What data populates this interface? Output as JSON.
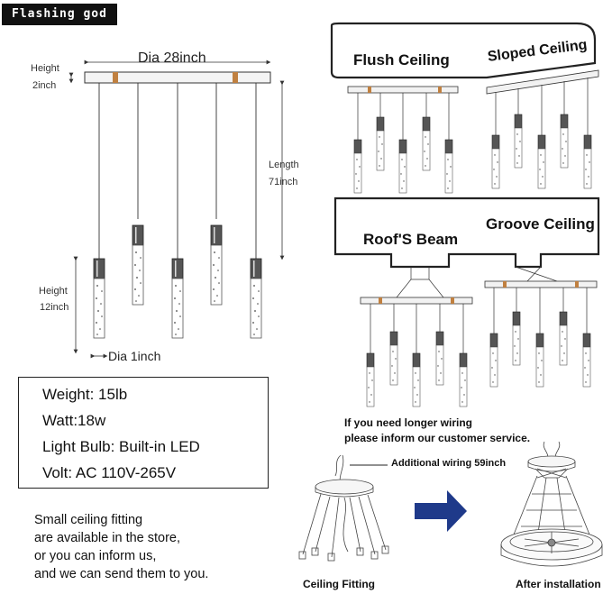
{
  "brand": {
    "name": "Flashing god"
  },
  "dimensions": {
    "diameter_top": "Dia 28inch",
    "canopy_height_label": "Height",
    "canopy_height_value": "2inch",
    "length_label": "Length",
    "length_value": "71inch",
    "tube_height_label": "Height",
    "tube_height_value": "12inch",
    "tube_diameter": "Dia 1inch"
  },
  "specs": [
    {
      "label": "Weight: 15lb"
    },
    {
      "label": "Watt:18w"
    },
    {
      "label": "Light Bulb: Built-in LED"
    },
    {
      "label": "Volt: AC 110V-265V"
    }
  ],
  "note": {
    "lines": [
      "Small ceiling fitting",
      "are available in the store,",
      "or you can inform us,",
      "and we can send them to you."
    ]
  },
  "installations": {
    "flush": "Flush Ceiling",
    "sloped": "Sloped Ceiling",
    "roof_beam": "Roof'S Beam",
    "groove": "Groove Ceiling"
  },
  "wiring": {
    "notice_line1": "If you need longer wiring",
    "notice_line2": "please inform our customer service.",
    "additional": "Additional wiring 59inch",
    "ceiling_fitting": "Ceiling Fitting",
    "after_installation": "After installation"
  },
  "colors": {
    "accent_arrow": "#1f3a8a",
    "bracket": "#c08040",
    "tube_metal": "#555555"
  }
}
